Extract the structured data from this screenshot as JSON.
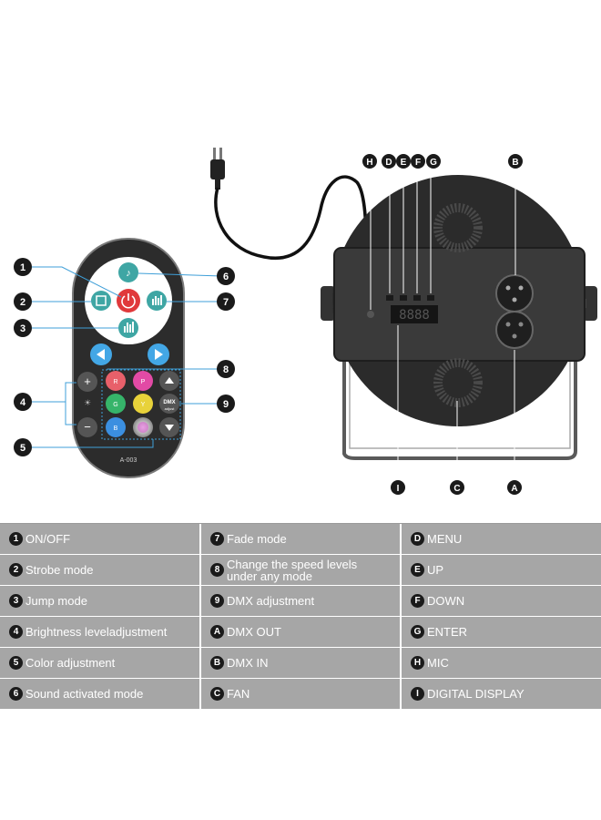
{
  "remote": {
    "model": "A-003",
    "dmx_button": "DMX",
    "dmx_button_sub": "adjust",
    "color_buttons": [
      "R",
      "P",
      "G",
      "Y",
      "B"
    ],
    "numbered_callouts": [
      "1",
      "2",
      "3",
      "4",
      "5",
      "6",
      "7",
      "8",
      "9"
    ]
  },
  "light": {
    "letter_callouts": [
      "H",
      "D",
      "E",
      "F",
      "G",
      "B",
      "I",
      "C",
      "A"
    ]
  },
  "legend": {
    "rows": [
      [
        {
          "badge": "1",
          "text": "ON/OFF"
        },
        {
          "badge": "7",
          "text": "Fade mode"
        },
        {
          "badge": "D",
          "text": "MENU"
        }
      ],
      [
        {
          "badge": "2",
          "text": "Strobe mode"
        },
        {
          "badge": "8",
          "text": "Change the speed levels\nunder any mode"
        },
        {
          "badge": "E",
          "text": "UP"
        }
      ],
      [
        {
          "badge": "3",
          "text": "Jump mode"
        },
        {
          "badge": "9",
          "text": "DMX adjustment"
        },
        {
          "badge": "F",
          "text": "DOWN"
        }
      ],
      [
        {
          "badge": "4",
          "text": "Brightness leveladjustment"
        },
        {
          "badge": "A",
          "text": "DMX OUT"
        },
        {
          "badge": "G",
          "text": "ENTER"
        }
      ],
      [
        {
          "badge": "5",
          "text": "Color adjustment"
        },
        {
          "badge": "B",
          "text": "DMX IN"
        },
        {
          "badge": "H",
          "text": "MIC"
        }
      ],
      [
        {
          "badge": "6",
          "text": "Sound activated mode"
        },
        {
          "badge": "C",
          "text": "FAN"
        },
        {
          "badge": "I",
          "text": "DIGITAL DISPLAY"
        }
      ]
    ]
  },
  "colors": {
    "table_bg": "#a6a6a6",
    "badge": "#1a1a1a",
    "remote_body": "#2c2c2c",
    "light_body": "#2b2b2b",
    "teal_button": "#3fa6a4",
    "red": "#e0393b",
    "blue_arrow": "#43a7e6",
    "callout_line": "#3f9fd8"
  }
}
